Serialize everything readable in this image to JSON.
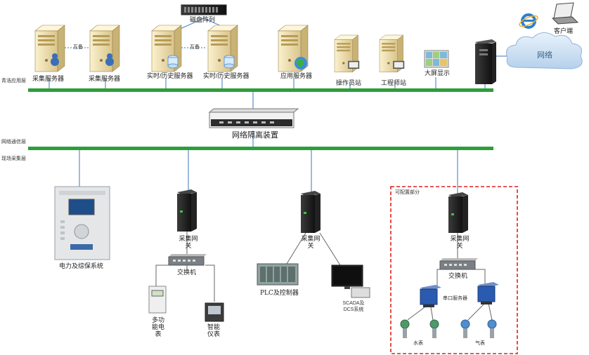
{
  "layers": {
    "top": "青浩应用层",
    "mid": "网络通信层",
    "bottom": "现场采集层"
  },
  "servers": {
    "collect1": "采集服务器",
    "collect2": "采集服务器",
    "realtime1": "实时/历史服务器",
    "realtime2": "实时/历史服务器",
    "app": "应用服务器",
    "operator": "操作员站",
    "engineer": "工程师站",
    "bigscreen": "大屏显示",
    "storage": "磁盘阵列",
    "client": "客户端",
    "network": "网络",
    "link_a": "互备",
    "link_b": "互备"
  },
  "isolation": {
    "label": "网络隔离装置"
  },
  "field": {
    "protection": "电力及综保系统",
    "gateway1": "采集网关",
    "gateway2": "采集网关",
    "gateway3": "采集网关",
    "switch1": "交换机",
    "switch2": "交换机",
    "meter_multi": "多功能电表",
    "meter_smart": "智能仪表",
    "plc": "PLC及控制器",
    "scada": "SCADA及DCS系统",
    "serial_server": "串口服务器",
    "water_meter": "水表",
    "gas_meter": "气表",
    "optional": "可配置部分"
  },
  "colors": {
    "bus": "#2e9e3a",
    "link": "#5b8fc9",
    "dashed": "#e02020",
    "server_body": "#f3e3b5",
    "cloud": "#cfe3f5"
  }
}
